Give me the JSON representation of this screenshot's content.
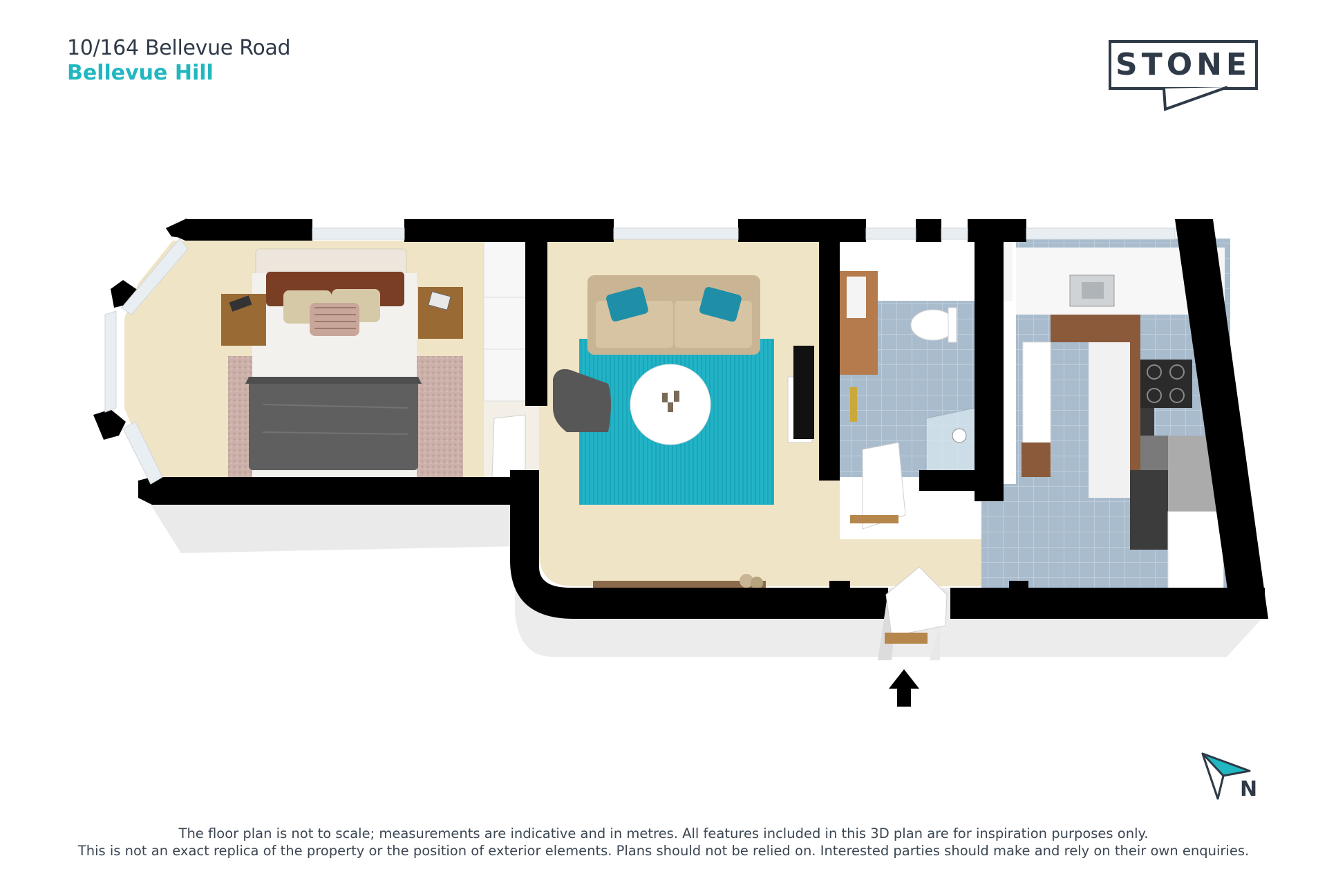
{
  "header": {
    "address": "10/164 Bellevue Road",
    "suburb": "Bellevue Hill"
  },
  "logo": {
    "text": "STONE",
    "color": "#2f3a48"
  },
  "compass": {
    "letter": "N",
    "icon": "north-arrow-icon",
    "color": "#20b7c0"
  },
  "entry": {
    "icon": "entry-arrow-icon"
  },
  "disclaimer": {
    "line1": "The floor plan is not to scale; measurements are indicative and in metres. All features included in this 3D plan are for inspiration purposes only.",
    "line2": "This is not an exact replica of the property or the position of exterior elements. Plans should not be relied on. Interested parties should make and rely on their own enquiries."
  },
  "colors": {
    "wall": "#000000",
    "carpet": "#efe4c6",
    "rug": "#22b3c6",
    "tile": "#a9bccd",
    "brand_teal": "#20b7c0"
  }
}
